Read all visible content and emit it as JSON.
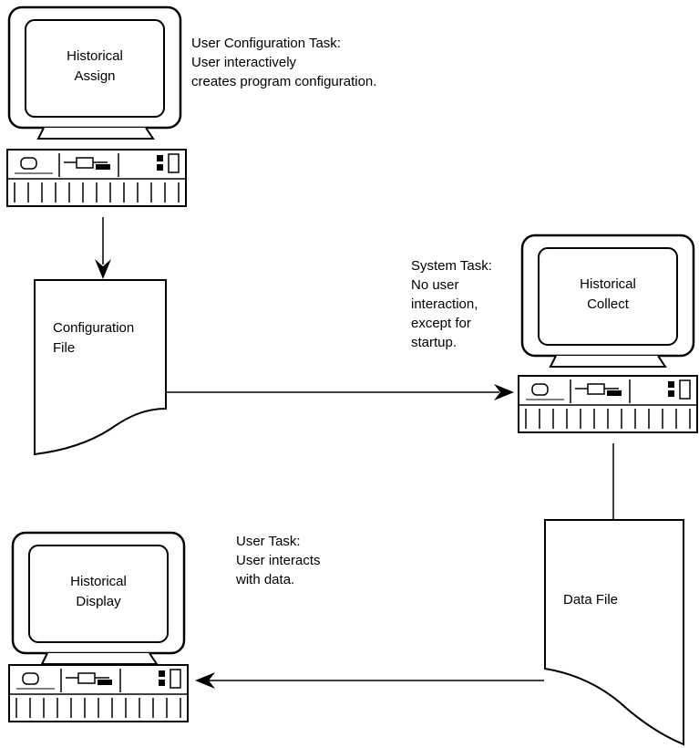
{
  "colors": {
    "line": "#000000",
    "background": "#ffffff"
  },
  "computers": {
    "assign": {
      "line1": "Historical",
      "line2": "Assign"
    },
    "collect": {
      "line1": "Historical",
      "line2": "Collect"
    },
    "display": {
      "line1": "Historical",
      "line2": "Display"
    }
  },
  "notes": {
    "config_task": {
      "line1": "User Configuration Task:",
      "line2": "User interactively",
      "line3": "creates program configuration."
    },
    "system_task": {
      "line1": "System Task:",
      "line2": "No user",
      "line3": "interaction,",
      "line4": "except for",
      "line5": "startup."
    },
    "user_task": {
      "line1": "User Task:",
      "line2": "User interacts",
      "line3": "with data."
    }
  },
  "documents": {
    "config_file": {
      "line1": "Configuration",
      "line2": "File"
    },
    "data_file": {
      "line1": "Data File"
    }
  }
}
